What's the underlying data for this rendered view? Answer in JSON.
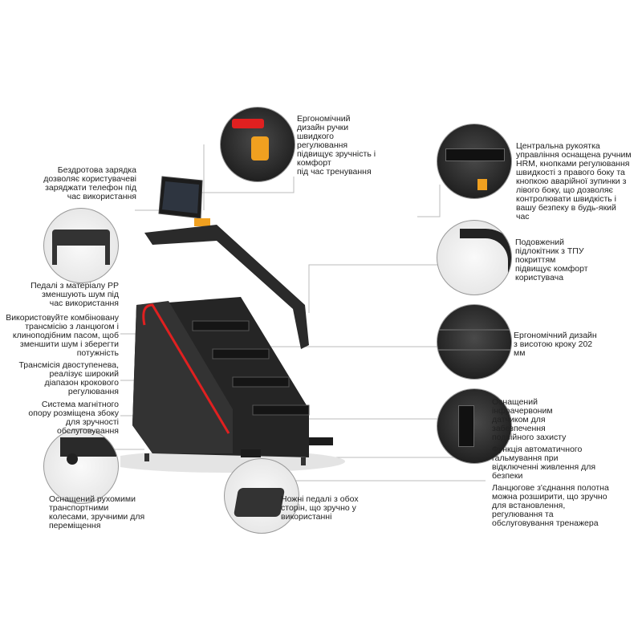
{
  "callouts": {
    "handle": "Ергономічний\nдизайн ручки\nшвидкого\nрегулювання\nпідвищує зручність і\nкомфорт\nпід час тренування",
    "wireless_charging": "Бездротова зарядка\nдозволяє користувачеві\nзаряджати телефон під\nчас використання",
    "central_handle": "Центральна рукоятка\nуправління оснащена ручним\nHRM, кнопками регулювання\nшвидкості з правого боку та\nкнопкою аварійної зупинки з\nлівого боку, що дозволяє\nконтролювати швидкість і\nвашу безпеку в будь-який\nчас",
    "pp_pedals": "Педалі з матеріалу PP\nзменшують шум під\nчас використання",
    "armrest": "Подовжений\nпідлокітник з ТПУ\nпокриттям\nпідвищує комфорт\nкористувача",
    "transmission": "Використовуйте комбіновану\nтрансмісію з ланцюгом і\nклиноподібним пасом, щоб\nзменшити шум і зберегти\nпотужність",
    "step_height": "Ергономічний дизайн\nз висотою кроку 202\nмм",
    "two_stage": "Трансмісія двоступенева,\nреалізує широкий\nдіапазон крокового\nрегулювання",
    "magnetic": "Система магнітного\nопору розміщена збоку\nдля зручності\nобслуговування",
    "ir_sensor": "Оснащений\nінфрачервоним\nдатчиком для\nзабезпечення\nподвійного захисту",
    "auto_brake": "Функція автоматичного\nгальмування при\nвідключенні живлення для\nбезпеки",
    "chain": "Ланцюгове з'єднання полотна\nможна розширити, що зручно\nдля встановлення,\nрегулювання та\nобслуговування тренажера",
    "wheels": "Оснащений рухомими\nтранспортними\nколесами, зручними для\nпереміщення",
    "foot_pedals": "Ножні педалі з обох\nсторін, що зручно у\nвикористанні"
  },
  "colors": {
    "accent_red": "#e02020",
    "accent_yellow": "#f0a020",
    "body": "#2a2a2a"
  }
}
